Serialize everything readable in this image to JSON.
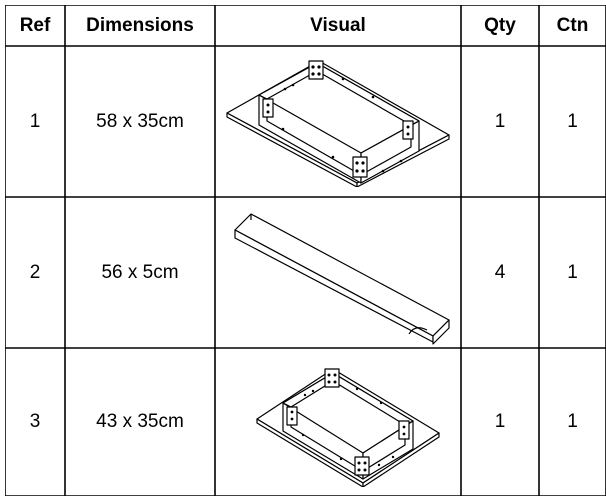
{
  "table": {
    "headers": [
      "Ref",
      "Dimensions",
      "Visual",
      "Qty",
      "Ctn"
    ],
    "rows": [
      {
        "ref": "1",
        "dimensions": "58 x 35cm",
        "visual": "rectangular-base-frame-icon",
        "qty": "1",
        "ctn": "1"
      },
      {
        "ref": "2",
        "dimensions": "56 x 5cm",
        "visual": "straight-rail-icon",
        "qty": "4",
        "ctn": "1"
      },
      {
        "ref": "3",
        "dimensions": "43 x 35cm",
        "visual": "square-base-frame-icon",
        "qty": "1",
        "ctn": "1"
      }
    ]
  }
}
